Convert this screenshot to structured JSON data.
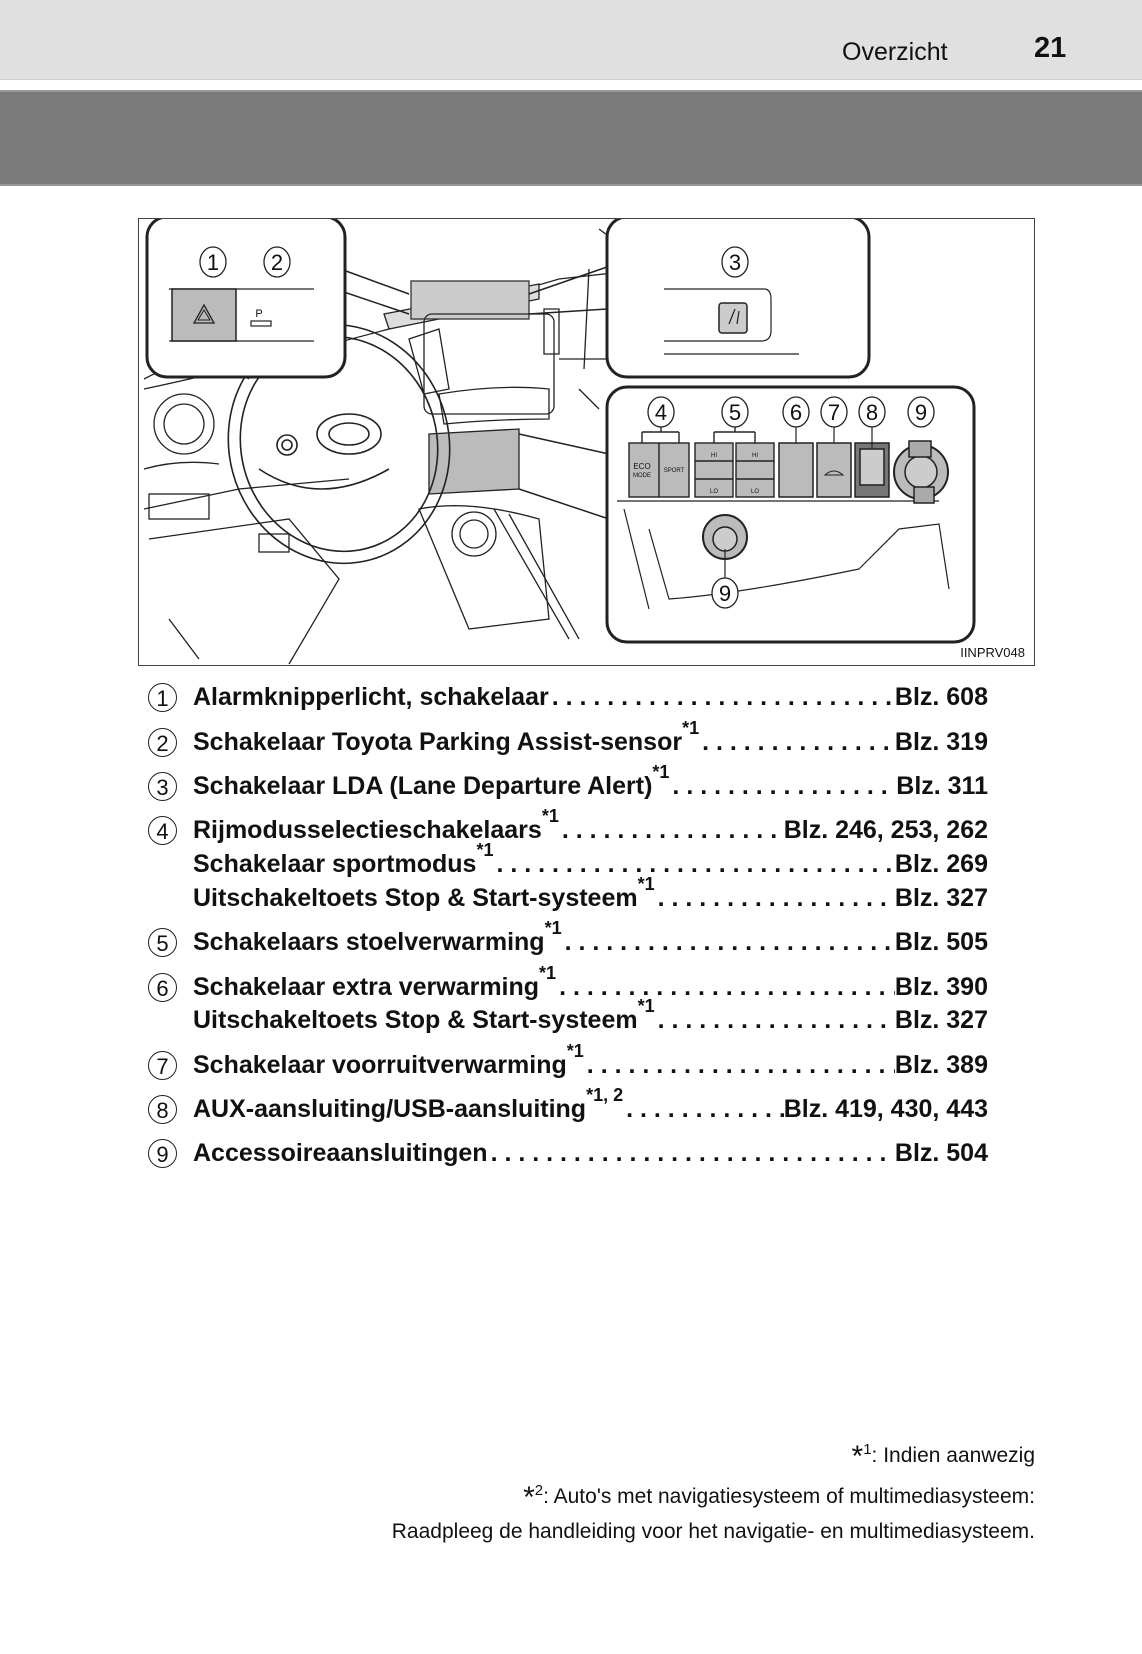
{
  "header": {
    "section": "Overzicht",
    "page_number": "21"
  },
  "figure": {
    "id": "IINPRV048",
    "callouts": [
      "1",
      "2",
      "3",
      "4",
      "5",
      "6",
      "7",
      "8",
      "9",
      "9"
    ],
    "switch_labels": {
      "eco": "ECO",
      "mode": "MODE",
      "sport": "SPORT",
      "hi": "HI",
      "lo": "LO",
      "park": "P"
    }
  },
  "items": [
    {
      "num": "1",
      "label": "Alarmknipperlicht, schakelaar",
      "sup": "",
      "ref": "Blz. 608"
    },
    {
      "num": "2",
      "label": "Schakelaar Toyota Parking Assist-sensor",
      "sup": "*1",
      "ref": "Blz. 319"
    },
    {
      "num": "3",
      "label": "Schakelaar LDA (Lane Departure Alert)",
      "sup": "*1",
      "ref": "Blz. 311"
    },
    {
      "num": "4",
      "label": "Rijmodusselectieschakelaars",
      "sup": "*1",
      "ref": "Blz. 246, 253, 262"
    },
    {
      "num": "",
      "label": "Schakelaar sportmodus",
      "sup": "*1",
      "ref": "Blz. 269"
    },
    {
      "num": "",
      "label": "Uitschakeltoets Stop & Start-systeem",
      "sup": "*1",
      "ref": "Blz. 327"
    },
    {
      "num": "5",
      "label": "Schakelaars stoelverwarming",
      "sup": "*1",
      "ref": "Blz. 505"
    },
    {
      "num": "6",
      "label": "Schakelaar extra verwarming",
      "sup": "*1",
      "ref": "Blz. 390"
    },
    {
      "num": "",
      "label": "Uitschakeltoets Stop & Start-systeem",
      "sup": "*1",
      "ref": "Blz. 327"
    },
    {
      "num": "7",
      "label": "Schakelaar voorruitverwarming",
      "sup": "*1",
      "ref": "Blz. 389"
    },
    {
      "num": "8",
      "label": "AUX-aansluiting/USB-aansluiting",
      "sup": "*1, 2",
      "ref": "Blz. 419, 430, 443"
    },
    {
      "num": "9",
      "label": "Accessoireaansluitingen",
      "sup": "",
      "ref": "Blz. 504"
    }
  ],
  "footnotes": {
    "fn1_mark": "*",
    "fn1_num": "1",
    "fn1_text": ": Indien aanwezig",
    "fn2_mark": "*",
    "fn2_num": "2",
    "fn2_text": ": Auto's met navigatiesysteem of multimediasysteem:",
    "fn2_line2": "Raadpleeg de handleiding voor het navigatie- en multimediasysteem."
  }
}
